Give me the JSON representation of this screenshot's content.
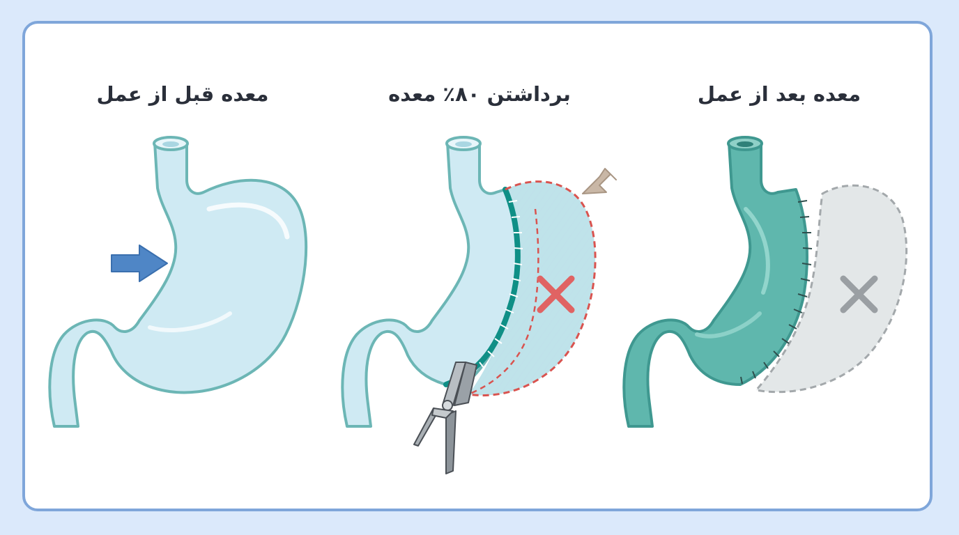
{
  "panels": {
    "before": {
      "title": "معده قبل از عمل"
    },
    "cut": {
      "title": "برداشتن ۸۰٪ معده"
    },
    "after": {
      "title": "معده بعد از عمل"
    }
  },
  "colors": {
    "stomach_light": "#cfeaf3",
    "stomach_outline": "#6cb6b5",
    "sleeve_dark": "#5fb7ad",
    "staple_line": "#0f8f86",
    "removed_gray": "#e3e7e8",
    "cut_line": "#d9534f",
    "arrow_blue": "#4f86c6",
    "arrow_tan": "#c9b7a6"
  },
  "icons": [
    "right-arrow-icon",
    "scissors-icon",
    "cross-icon",
    "diagonal-arrow-icon"
  ]
}
